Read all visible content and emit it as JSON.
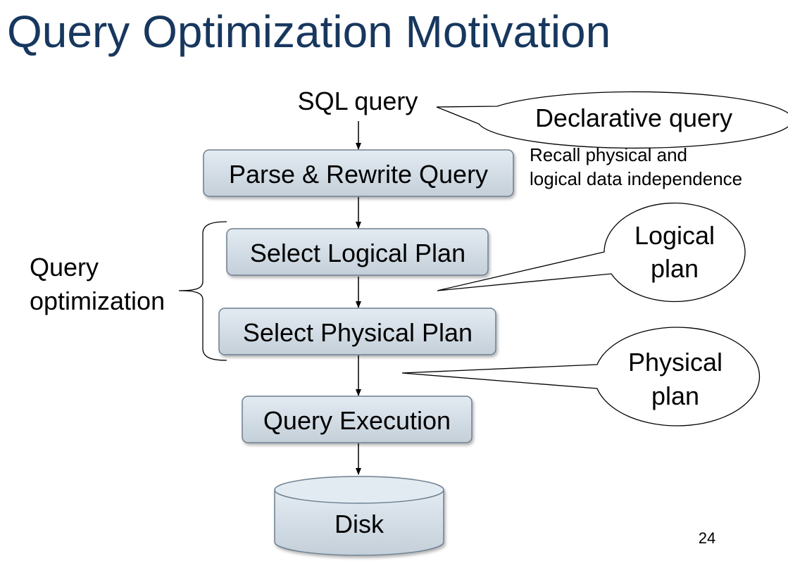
{
  "slide": {
    "title": "Query Optimization Motivation",
    "page_number": "24"
  },
  "flow": {
    "input": "SQL query",
    "steps": {
      "parse": "Parse & Rewrite Query",
      "logical": "Select Logical Plan",
      "physical": "Select Physical Plan",
      "execution": "Query Execution"
    },
    "storage": "Disk"
  },
  "annotations": {
    "group_label": [
      "Query",
      "optimization"
    ],
    "declarative_callout": "Declarative query",
    "recall_note": [
      "Recall physical and",
      "logical data independence"
    ],
    "logical_callout": [
      "Logical",
      "plan"
    ],
    "physical_callout": [
      "Physical",
      "plan"
    ]
  },
  "colors": {
    "title": "#17375e",
    "box_fill_top": "#e3ebf2",
    "box_fill_bottom": "#c4cfd9",
    "box_stroke": "#6d7f8f"
  }
}
